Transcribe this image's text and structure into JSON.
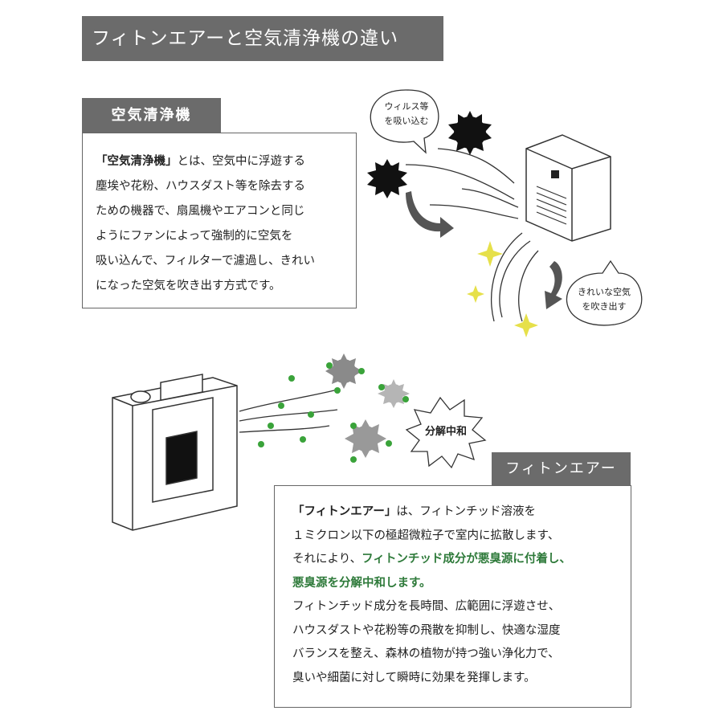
{
  "title": "フィトンエアーと空気清浄機の違い",
  "air_purifier": {
    "label": "空気清浄機",
    "lines": [
      {
        "bold": "「空気清浄機」",
        "rest": "とは、空気中に浮遊する"
      },
      "塵埃や花粉、ハウスダスト等を除去する",
      "ための機器で、扇風機やエアコンと同じ",
      "ようにファンによって強制的に空気を",
      "吸い込んで、フィルターで濾過し、きれい",
      "になった空気を吹き出す方式です。"
    ],
    "bubble_in": [
      "ウィルス等",
      "を吸い込む"
    ],
    "bubble_out": [
      "きれいな空気",
      "を吹き出す"
    ]
  },
  "phyton_air": {
    "label": "フィトンエアー",
    "burst": "分解中和",
    "line1_bold": "「フィトンエアー」",
    "line1_rest": "は、フィトンチッド溶液を",
    "line2": "１ミクロン以下の極超微粒子で室内に拡散します、",
    "line3_plain": "それにより、",
    "line3_green": "フィトンチッド成分が悪臭源に付着し、",
    "line4_green": "悪臭源を分解中和します。",
    "lines_rest": [
      "フィトンチッド成分を長時間、広範囲に浮遊させ、",
      "ハウスダストや花粉等の飛散を抑制し、快適な湿度",
      "バランスを整え、森林の植物が持つ強い浄化力で、",
      "臭いや細菌に対して瞬時に効果を発揮します。"
    ]
  },
  "colors": {
    "label_bg": "#6b6b6b",
    "highlight": "#2e7a3a",
    "particle": "#3aa33a",
    "sparkle": "#e6e04a"
  }
}
